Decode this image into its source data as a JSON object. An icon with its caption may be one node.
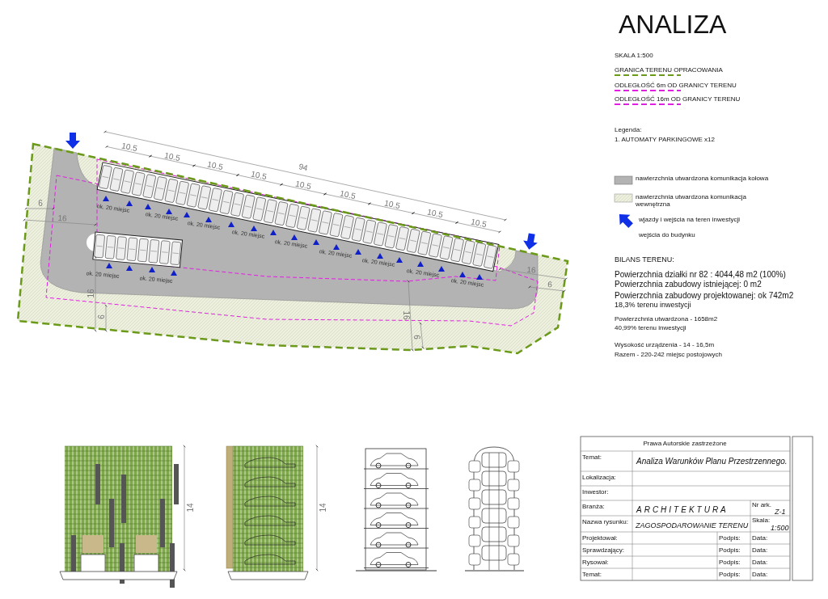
{
  "diagram": {
    "title": "ANALIZA",
    "labels": [
      "SKALA 1:500",
      "Legenda:",
      "1. AUTOMATY PARKINGOWE x12",
      "BILANS TERENU:",
      "Powierzchnia działki nr 82 : 4044,48 m2 (100%)",
      "Powierzchnia zabudowy istniejącej: 0 m2",
      "Powierzchnia zabudowy projektowanej: ok 742m2",
      "18,3% terenu inwestycji",
      "Powierzchnia utwardzona - 1658m2",
      "40,99% terenu inwestycji",
      "Wysokość urządzenia - 14 - 16,5m",
      "Razem - 220-242 miejsc postojowych",
      "94",
      "10.5",
      "10.5",
      "10.5",
      "10.5",
      "10.5",
      "10.5",
      "10.5",
      "10.5",
      "10.5",
      "6",
      "16",
      "16",
      "6",
      "16",
      "6",
      "16",
      "6",
      "ok. 20 miejsc",
      "ok. 20 miejsc",
      "ok. 20 miejsc",
      "ok. 20 miejsc",
      "ok. 20 miejsc",
      "ok. 20 miejsc",
      "ok. 20 miejsc",
      "ok. 20 miejsc",
      "ok. 20 miejsc",
      "ok. 20 miejsc",
      "ok. 20 miejsc",
      "14",
      "14",
      "Prawa Autorskie zastrzeżone",
      "Temat:",
      "Analiza Warunków Planu Przestrzennego.",
      "Lokalizacja:",
      "Inwestor:",
      "Branża:",
      "ARCHITEKTURA",
      "Nr ark.",
      "Z-1",
      "Nazwa rysunku:",
      "ZAGOSPODAROWANIE TERENU",
      "Skala:",
      "1:500",
      "Projektował:",
      "Podpis:",
      "Data:",
      "Sprawdzający:",
      "Podpis:",
      "Data:",
      "Rysował:",
      "Podpis:",
      "Data:",
      "Temat:",
      "Podpis:",
      "Data:"
    ],
    "legend": [
      {
        "text": "GRANICA TERENU OPRACOWANIA"
      },
      {
        "text": "ODLEGŁOŚĆ 6m OD GRANICY TERENU"
      },
      {
        "text": "ODLEGŁOŚĆ 16m OD GRANICY TERENU"
      },
      {
        "text": "nawierzchnia utwardzona komunikacja kołowa",
        "color": "#b3b3b3"
      },
      {
        "text": "nawierzchnia utwardzona komunikacja wewnętrzna"
      },
      {
        "text": "wjazdy i wejścia na teren inwestycji"
      },
      {
        "text": "wejścia do budynku"
      }
    ]
  }
}
